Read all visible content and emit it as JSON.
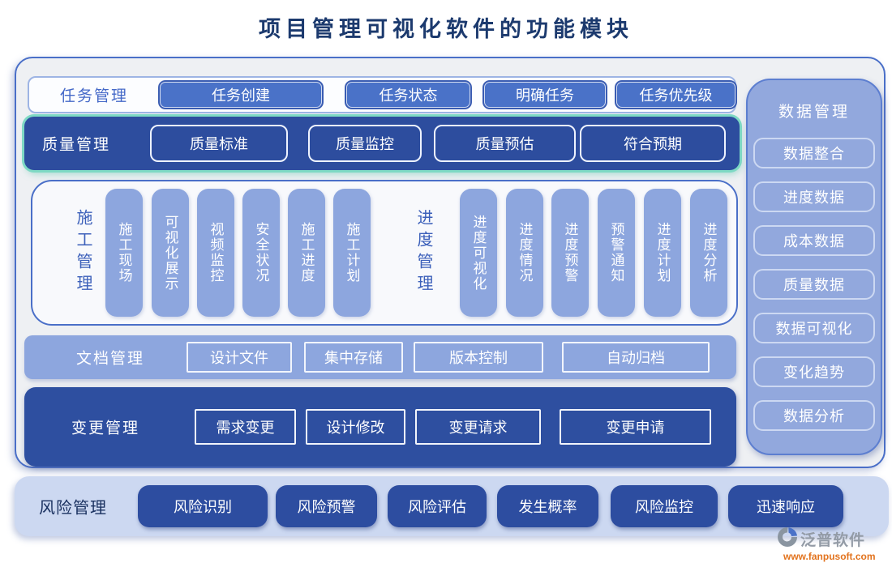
{
  "title": "项目管理可视化软件的功能模块",
  "task": {
    "label": "任务管理",
    "buttons": [
      "任务创建",
      "任务状态",
      "明确任务",
      "任务优先级"
    ]
  },
  "quality": {
    "label": "质量管理",
    "buttons": [
      "质量标准",
      "质量监控",
      "质量预估",
      "符合预期"
    ]
  },
  "construction": {
    "label": "施工管理",
    "items": [
      "施工现场",
      "可视化展示",
      "视频监控",
      "安全状况",
      "施工进度",
      "施工计划"
    ]
  },
  "progress": {
    "label": "进度管理",
    "items": [
      "进度可视化",
      "进度情况",
      "进度预警",
      "预警通知",
      "进度计划",
      "进度分析"
    ]
  },
  "document": {
    "label": "文档管理",
    "buttons": [
      "设计文件",
      "集中存储",
      "版本控制",
      "自动归档"
    ]
  },
  "change": {
    "label": "变更管理",
    "buttons": [
      "需求变更",
      "设计修改",
      "变更请求",
      "变更申请"
    ]
  },
  "sidebar": {
    "header": "数据管理",
    "items": [
      "数据整合",
      "进度数据",
      "成本数据",
      "质量数据",
      "数据可视化",
      "变化趋势",
      "数据分析"
    ]
  },
  "risk": {
    "label": "风险管理",
    "buttons": [
      "风险识别",
      "风险预警",
      "风险评估",
      "发生概率",
      "风险监控",
      "迅速响应"
    ]
  },
  "logo": {
    "name": "泛普软件",
    "url": "www.fanpusoft.com"
  },
  "colors": {
    "dark_blue": "#2d4d9e",
    "medium_blue": "#4a72c8",
    "periwinkle": "#8da6de",
    "sidebar_bg": "#92a8dd",
    "teal_glow": "#7ed9c4",
    "bottom_bar": "#ccd8f1",
    "panel_bg": "#eef0f3",
    "panel_border": "#4a6fc8",
    "title_text": "#1c3a6e",
    "logo_orange": "#e2731e"
  }
}
